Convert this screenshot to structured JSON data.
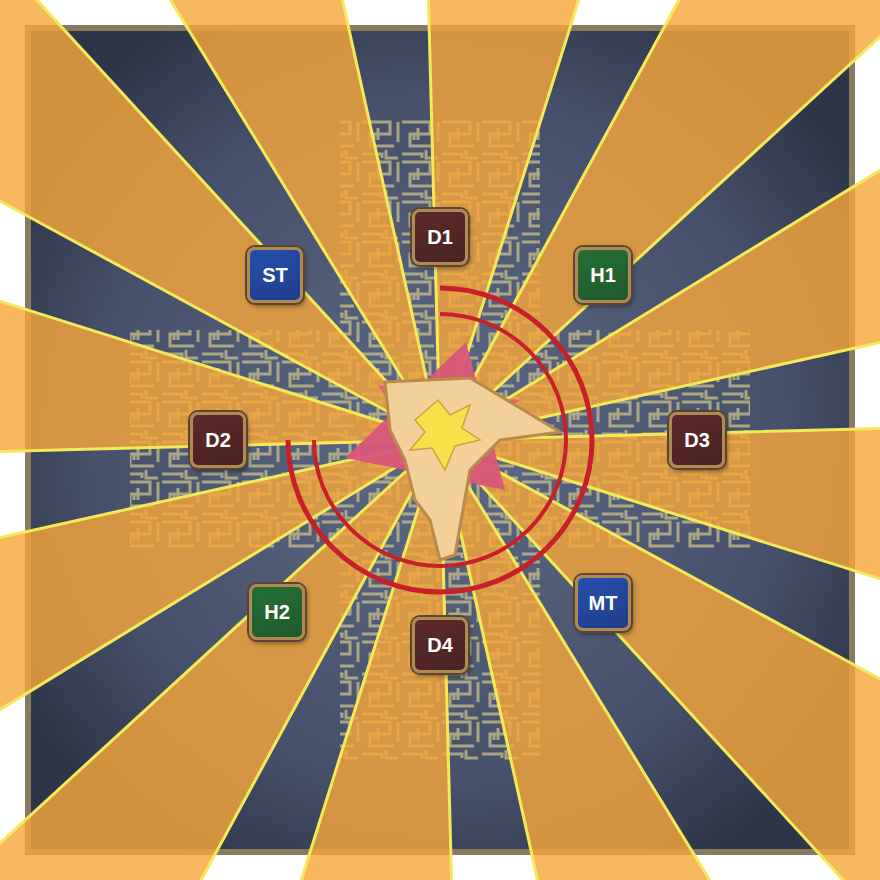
{
  "diagram": {
    "nodes": [
      {
        "text": [
          "ST"
        ]
      },
      {
        "text": [
          "D1"
        ]
      },
      {
        "text": [
          "H1"
        ]
      },
      {
        "text": [
          "D2"
        ]
      },
      {
        "text": [
          "D3"
        ]
      },
      {
        "text": [
          "H2"
        ]
      },
      {
        "text": [
          "D4"
        ]
      },
      {
        "text": [
          "MT"
        ]
      }
    ]
  }
}
